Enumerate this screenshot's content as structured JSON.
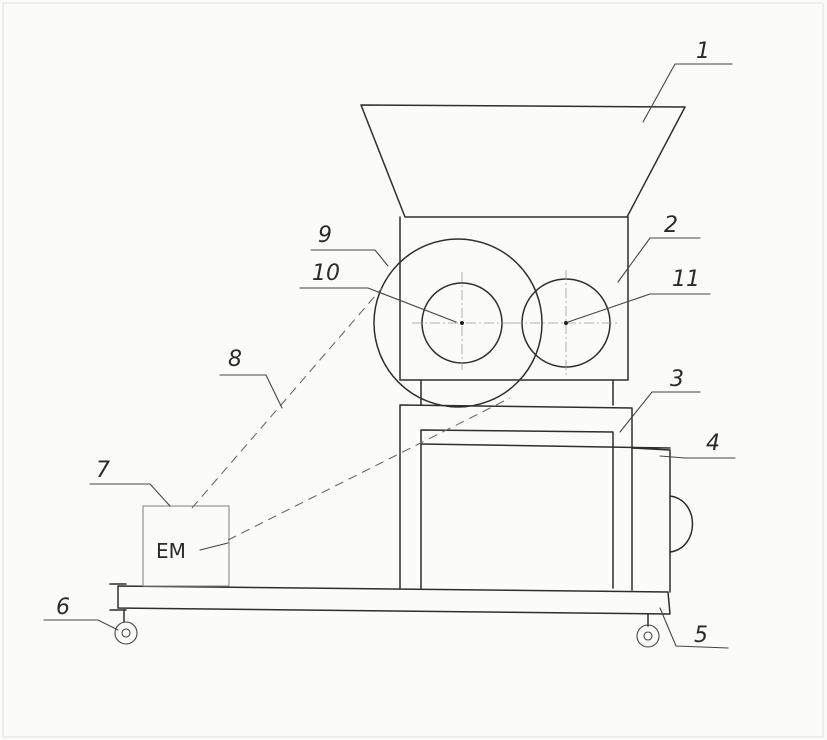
{
  "labels": [
    "1",
    "2",
    "3",
    "4",
    "5",
    "6",
    "7",
    "8",
    "9",
    "10",
    "11"
  ],
  "motor_label": "EM",
  "colors": {
    "ink": "#2e2e2e",
    "paper": "#fbfbf9",
    "dashed": "#6a6a6a"
  }
}
